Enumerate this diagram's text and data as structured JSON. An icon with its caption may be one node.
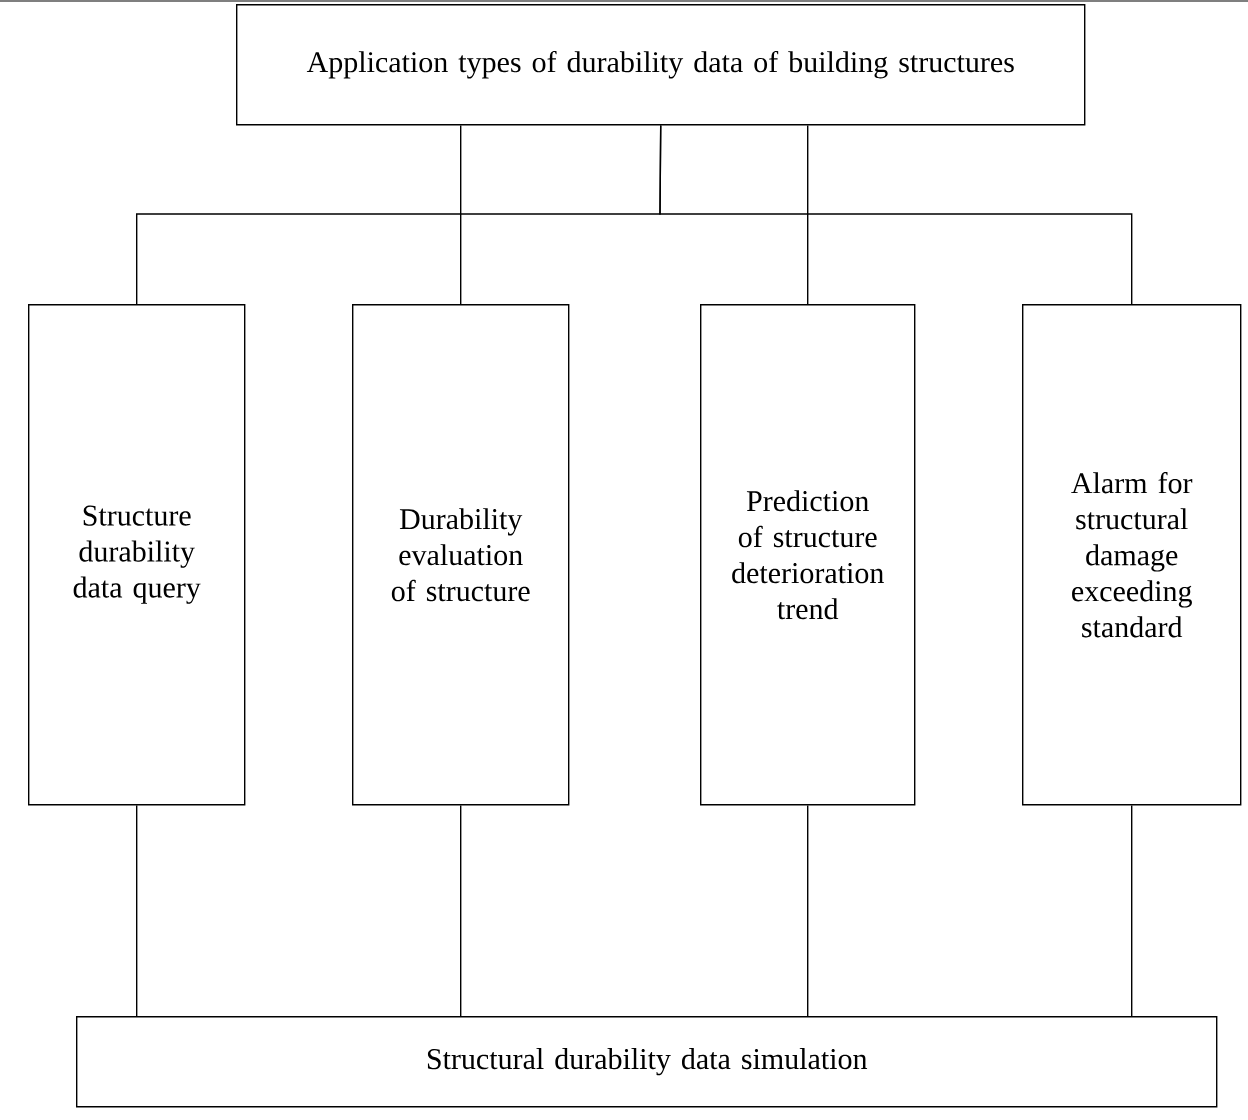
{
  "diagram": {
    "nodes": [
      {
        "text": [
          "Application types of durability data of building structures"
        ]
      },
      {
        "text": [
          "Structure durability data query"
        ]
      },
      {
        "text": [
          "Durability evaluation of structure"
        ]
      },
      {
        "text": [
          "Prediction of structure deterioration trend"
        ]
      },
      {
        "text": [
          "Alarm for structural damage exceeding standard"
        ]
      },
      {
        "text": [
          "Structural durability data simulation"
        ]
      }
    ],
    "edges": [
      {
        "from": 0,
        "to": 1,
        "arrow": "none"
      },
      {
        "from": 0,
        "to": 2,
        "arrow": "none"
      },
      {
        "from": 0,
        "to": 3,
        "arrow": "none"
      },
      {
        "from": 0,
        "to": 4,
        "arrow": "none"
      },
      {
        "from": 1,
        "to": 5,
        "arrow": "none"
      },
      {
        "from": 2,
        "to": 5,
        "arrow": "none"
      },
      {
        "from": 3,
        "to": 5,
        "arrow": "none"
      },
      {
        "from": 4,
        "to": 5,
        "arrow": "none"
      }
    ]
  }
}
